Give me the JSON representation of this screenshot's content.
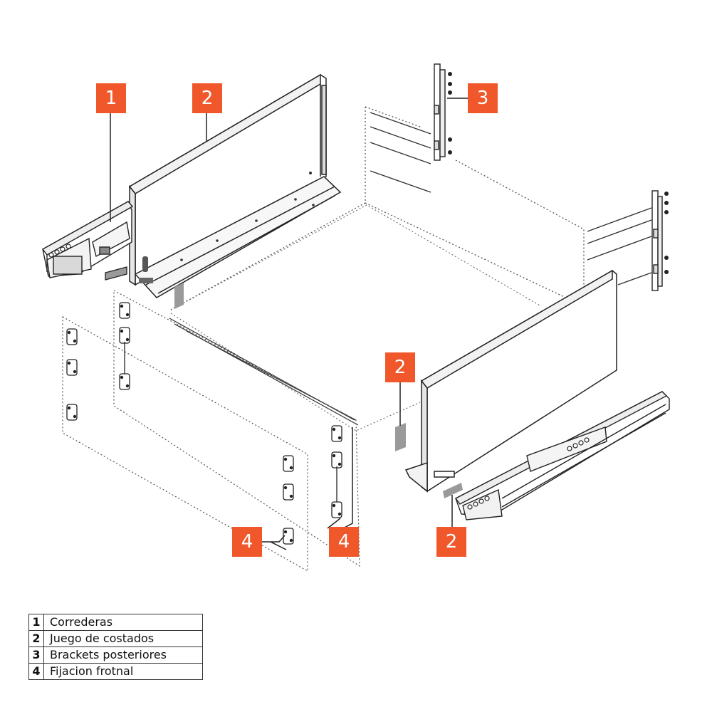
{
  "callouts": {
    "slides": "1",
    "side_left": "2",
    "rear_brackets": "3",
    "front_left": "4",
    "front_right": "4",
    "side_right_upper": "2",
    "side_right_lower": "2"
  },
  "colors": {
    "callout": "#f0572a",
    "line": "#222222",
    "dotted": "#555555",
    "insert": "#9a9a9a"
  },
  "legend": [
    {
      "num": "1",
      "label": "Correderas"
    },
    {
      "num": "2",
      "label": "Juego de costados"
    },
    {
      "num": "3",
      "label": "Brackets posteriores"
    },
    {
      "num": "4",
      "label": "Fijacion frotnal"
    }
  ]
}
